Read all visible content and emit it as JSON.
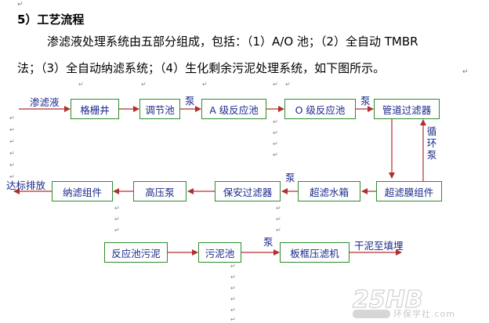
{
  "document": {
    "heading": "5）工艺流程",
    "paragraph_line1": "渗滤液处理系统由五部分组成，包括：（1）A/O 池；（2）全自动 TMBR",
    "paragraph_line2": "法；（3）全自动纳滤系统；（4）生化剩余污泥处理系统，如下图所示。"
  },
  "flow": {
    "input_label": "渗滤液",
    "boxes": {
      "grille_well": "格栅井",
      "regulating_tank": "调节池",
      "a_reactor": "A 级反应池",
      "o_reactor": "O 级反应池",
      "pipe_filter": "管道过滤器",
      "uf_module": "超滤膜组件",
      "uf_tank": "超滤水箱",
      "security_filter": "保安过滤器",
      "high_pressure_pump": "高压泵",
      "nf_module": "纳滤组件",
      "reactor_sludge": "反应池污泥",
      "sludge_tank": "污泥池",
      "filter_press": "板框压滤机"
    },
    "pump_label_1": "泵",
    "pump_label_2": "泵",
    "pump_label_3": "泵",
    "pump_label_4": "泵",
    "circulation_pump_label": "循环泵",
    "discharge_label": "达标排放",
    "dry_sludge_label": "干泥至填埋"
  },
  "paragraph_mark": "↵",
  "watermark": {
    "logo_text": "25HB",
    "site_text": "环保学社.com"
  },
  "colors": {
    "arrow": "#b03030",
    "box_border": "#2e8b2e",
    "box_text": "#1a2a8a"
  }
}
